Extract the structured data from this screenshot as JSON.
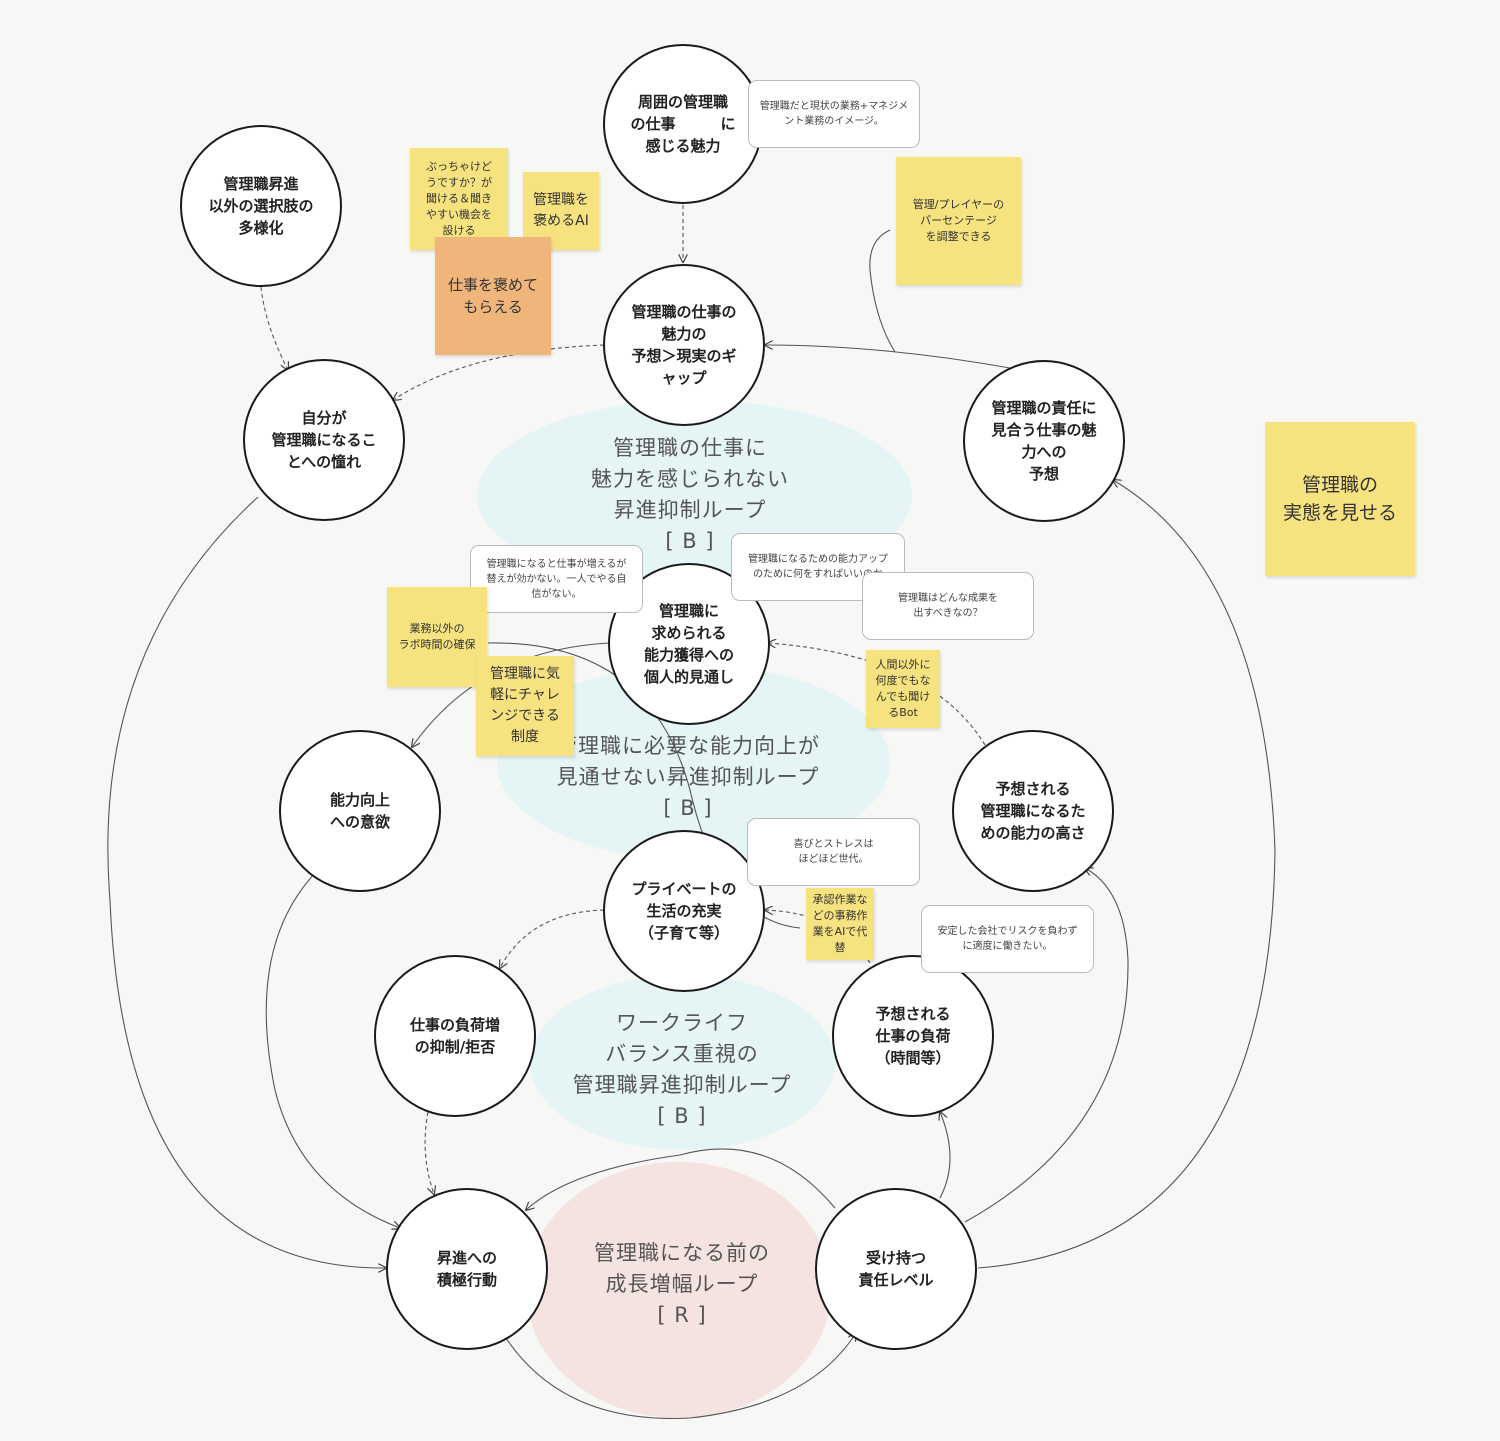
{
  "nodes": {
    "n_charm_around": "周囲の管理職\nの仕事　　　に\n感じる魅力",
    "n_diversify": "管理職昇進\n以外の選択肢の\n多様化",
    "n_gap": "管理職の仕事の\n魅力の\n予想＞現実のギ\nャップ",
    "n_longing": "自分が\n管理職になるこ\nとへの憧れ",
    "n_resp_charm": "管理職の責任に\n見合う仕事の魅\n力への\n予想",
    "n_outlook": "管理職に\n求められる\n能力獲得への\n個人的見通し",
    "n_motivation": "能力向上\nへの意欲",
    "n_ability": "予想される\n管理職になるた\nめの能力の高さ",
    "n_private": "プライベートの\n生活の充実\n（子育て等）",
    "n_reject": "仕事の負荷増\nの抑制/拒否",
    "n_load": "予想される\n仕事の負荷\n（時間等）",
    "n_action": "昇進への\n積極行動",
    "n_resp_level": "受け持つ\n責任レベル"
  },
  "loops": {
    "loop1": "管理職の仕事に\n魅力を感じられない\n昇進抑制ループ\n[ B ]",
    "loop2": "管理職に必要な能力向上が\n見通せない昇進抑制ループ\n[ B ]",
    "loop3": "ワークライフ\nバランス重視の\n管理職昇進抑制ループ\n[ B ]",
    "loop4": "管理職になる前の\n成長増幅ループ\n[ R ]"
  },
  "stickies": {
    "s_frank": "ぶっちゃけど\nうですか？が\n聞ける＆聞き\nやすい機会を\n設ける",
    "s_praise_ai": "管理職を\n褒めるAI",
    "s_praised": "仕事を褒めて\nもらえる",
    "s_percentage": "管理/プレイヤーの\nパーセンテージ\nを調整できる",
    "s_show_reality": "管理職の\n実態を見せる",
    "s_lab_time": "業務以外の\nラボ時間の確保",
    "s_challenge": "管理職に気\n軽にチャレ\nンジできる\n制度",
    "s_bot": "人間以外に\n何度でもな\nんでも聞け\nるBot",
    "s_approval": "承認作業な\nどの事務作\n業をAIで代\n替"
  },
  "bubbles": {
    "b_image": "管理職だと現状の業務+マネジメ\nント業務のイメージ。",
    "b_workload": "管理職になると仕事が増えるが\n替えが効かない。一人でやる自\n信がない。",
    "b_ability_up": "管理職になるための能力アップ\nのために何をすればいいのか",
    "b_results": "管理職はどんな成果を\n出すべきなの？",
    "b_joy": "喜びとストレスは\nほどほど世代。",
    "b_stable": "安定した会社でリスクを負わず\nに適度に働きたい。"
  },
  "colors": {
    "balance_loop": "#e5f4f4",
    "reinforce_loop": "#f4e3e1",
    "sticky_yellow": "#f6e27f",
    "sticky_orange": "#f0b57a",
    "node_border": "#1a1a1a",
    "arrow": "#555555"
  }
}
